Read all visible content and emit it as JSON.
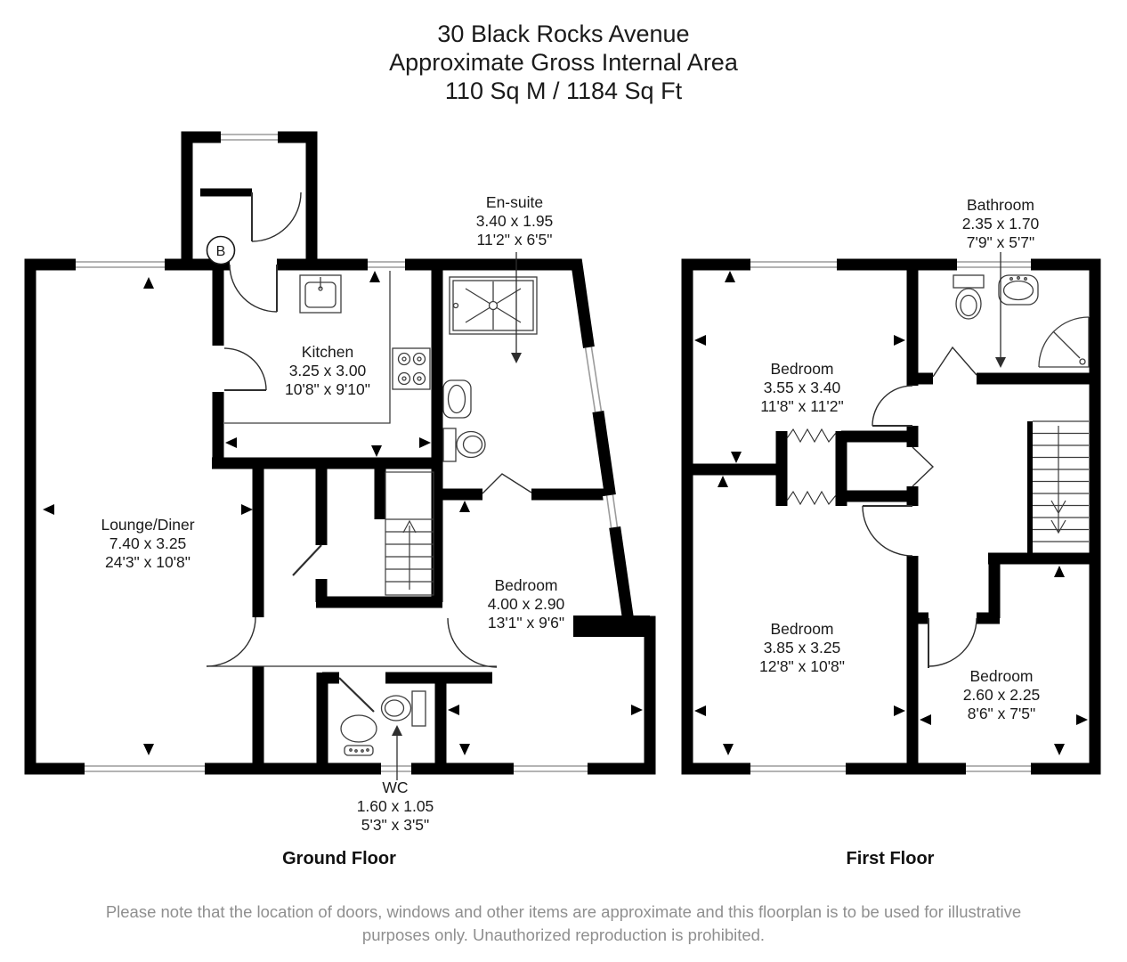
{
  "title": {
    "address": "30 Black Rocks Avenue",
    "subtitle": "Approximate Gross Internal Area",
    "area": "110 Sq M / 1184 Sq Ft"
  },
  "floors": {
    "ground": {
      "caption": "Ground Floor",
      "boiler_label": "B",
      "rooms": [
        {
          "name": "Kitchen",
          "metric": "3.25 x 3.00",
          "imperial": "10'8\" x 9'10\""
        },
        {
          "name": "Lounge/Diner",
          "metric": "7.40 x 3.25",
          "imperial": "24'3\" x 10'8\""
        },
        {
          "name": "En-suite",
          "metric": "3.40 x 1.95",
          "imperial": "11'2\" x 6'5\""
        },
        {
          "name": "Bedroom",
          "metric": "4.00 x 2.90",
          "imperial": "13'1\" x 9'6\""
        },
        {
          "name": "WC",
          "metric": "1.60 x 1.05",
          "imperial": "5'3\" x 3'5\""
        }
      ]
    },
    "first": {
      "caption": "First Floor",
      "rooms": [
        {
          "name": "Bathroom",
          "metric": "2.35 x 1.70",
          "imperial": "7'9\" x 5'7\""
        },
        {
          "name": "Bedroom",
          "metric": "3.55 x 3.40",
          "imperial": "11'8\" x 11'2\""
        },
        {
          "name": "Bedroom",
          "metric": "3.85 x 3.25",
          "imperial": "12'8\" x 10'8\""
        },
        {
          "name": "Bedroom",
          "metric": "2.60 x 2.25",
          "imperial": "8'6\" x 7'5\""
        }
      ]
    }
  },
  "footer": {
    "line1": "Please note that the location of doors, windows and other items are approximate and this floorplan is to be used for illustrative",
    "line2": "purposes only. Unauthorized reproduction is prohibited."
  },
  "colors": {
    "wall": "#000000",
    "fixture_line": "#3d3d3d",
    "window_line": "#9c9c9c",
    "text": "#1a1a1a",
    "muted_text": "#8f8f8f"
  }
}
